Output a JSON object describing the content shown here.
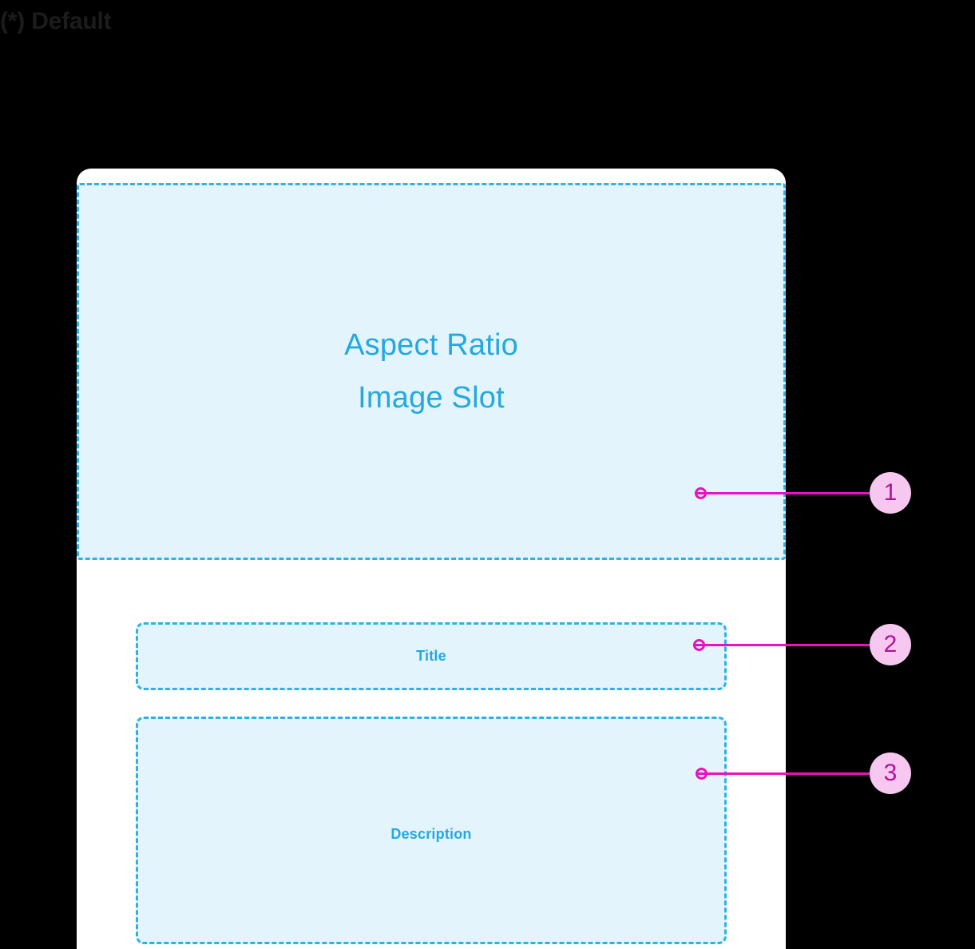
{
  "header": {
    "title": "(*) Default"
  },
  "card": {
    "background": "#ffffff",
    "slots": {
      "image": {
        "name": "Aspect Ratio Image Slot",
        "line1": "Aspect Ratio",
        "line2": "Image Slot"
      },
      "title": {
        "label": "Title"
      },
      "description": {
        "label": "Description"
      }
    }
  },
  "callouts": [
    {
      "number": "1",
      "target": "image-slot"
    },
    {
      "number": "2",
      "target": "title-slot"
    },
    {
      "number": "3",
      "target": "description-slot"
    }
  ],
  "colors": {
    "background": "#000000",
    "header_text": "#1c1c1c",
    "slot_fill": "#e4f4fc",
    "slot_border": "#2bb3e8",
    "slot_text": "#22a9e0",
    "callout_line": "#e812c0",
    "callout_badge_fill": "#f7c8ef",
    "callout_badge_text": "#b01397"
  }
}
